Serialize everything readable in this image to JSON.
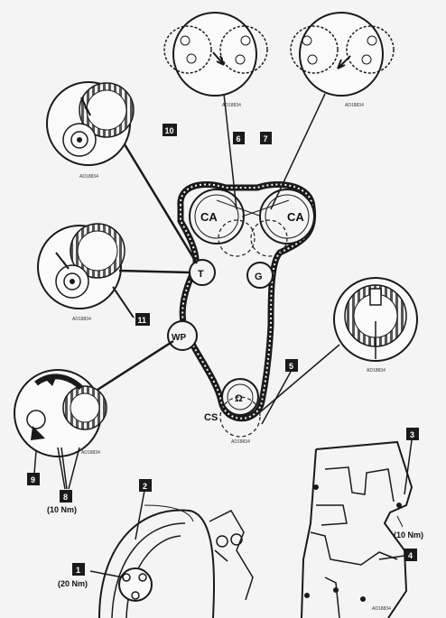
{
  "pulleys": {
    "ca_left": "CA",
    "ca_right": "CA",
    "tensioner": "T",
    "idler": "G",
    "water_pump": "WP",
    "crankshaft": "CS"
  },
  "callouts": [
    "1",
    "2",
    "3",
    "4",
    "5",
    "6",
    "7",
    "8",
    "9",
    "10",
    "11"
  ],
  "torques": {
    "bolt_1": "(20 Nm)",
    "bolts_8": "(10 Nm)",
    "bolt_3": "(10 Nm)"
  },
  "ref_codes": {
    "detail_10": "AD18834",
    "detail_6": "AD18834",
    "detail_7": "AD18834",
    "detail_11": "AD18834",
    "detail_5": "AD18834",
    "detail_9": "AD18834",
    "crank_mark": "AD18834",
    "cover": "AD18834"
  },
  "colors": {
    "line": "#1a1a1a",
    "paper": "#f4f4f4"
  }
}
